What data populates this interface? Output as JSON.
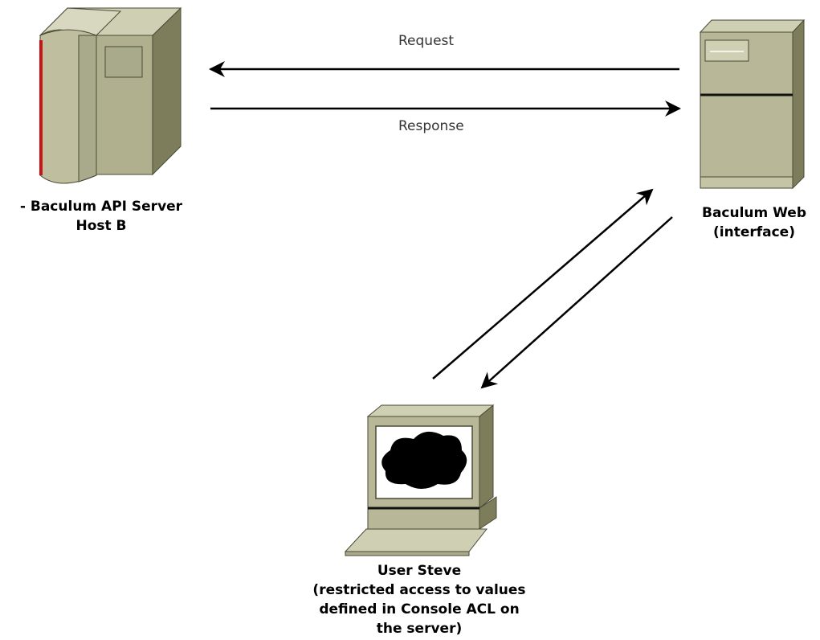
{
  "nodes": {
    "api_server": {
      "label_lines": [
        "- Baculum API Server",
        "Host B"
      ]
    },
    "web": {
      "label_lines": [
        "Baculum Web",
        "(interface)"
      ]
    },
    "user": {
      "label_lines": [
        "User Steve",
        "(restricted access to values",
        "defined in Console ACL on",
        "the server)"
      ]
    }
  },
  "edges": {
    "request": "Request",
    "response": "Response"
  },
  "colors": {
    "device_light": "#cfcfb4",
    "device_mid": "#a9a98c",
    "device_dark": "#7d7d5c",
    "accent_red": "#c81414",
    "line": "#000000"
  }
}
